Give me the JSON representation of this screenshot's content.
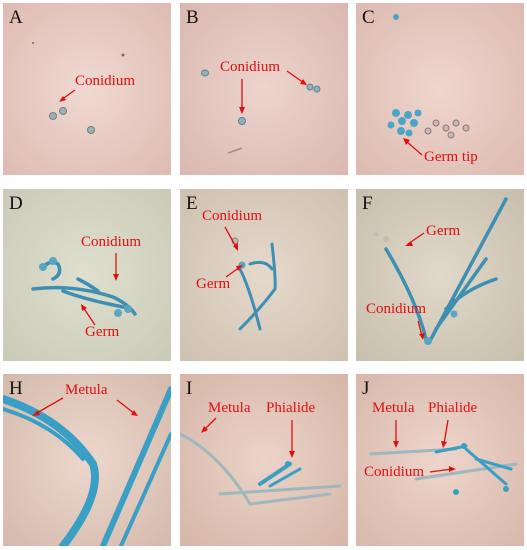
{
  "panels": [
    {
      "label": "A",
      "annotations": [
        "Conidium"
      ]
    },
    {
      "label": "B",
      "annotations": [
        "Conidium"
      ]
    },
    {
      "label": "C",
      "annotations": [
        "Germ tip"
      ]
    },
    {
      "label": "D",
      "annotations": [
        "Conidium",
        "Germ"
      ]
    },
    {
      "label": "E",
      "annotations": [
        "Conidium",
        "Germ"
      ]
    },
    {
      "label": "F",
      "annotations": [
        "Germ",
        "Conidium"
      ]
    },
    {
      "label": "H",
      "annotations": [
        "Metula"
      ]
    },
    {
      "label": "I",
      "annotations": [
        "Metula",
        "Phialide"
      ]
    },
    {
      "label": "J",
      "annotations": [
        "Metula",
        "Phialide",
        "Conidium"
      ]
    }
  ],
  "colors": {
    "arrow": "#e01010",
    "stain": "#3a9fc4",
    "background_warm": "#e9cfc7",
    "background_cool": "#d6d9c7"
  }
}
